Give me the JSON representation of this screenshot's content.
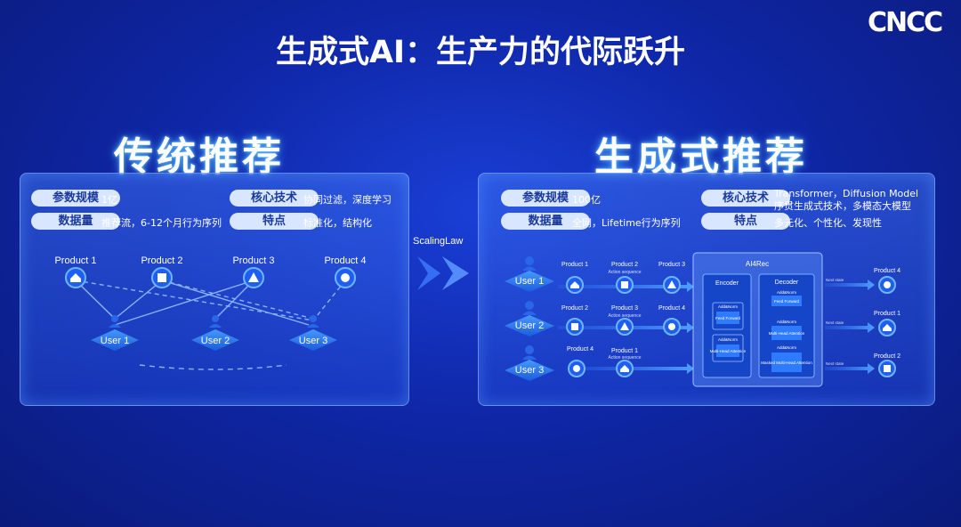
{
  "logo": "CNCC",
  "title": "生成式AI：生产力的代际跃升",
  "left": {
    "heading": "传统推荐",
    "params_label": "参数规模",
    "params_value": "1亿",
    "core_label": "核心技术",
    "core_value": "协同过滤，深度学习",
    "data_label": "数据量",
    "data_value": "推荐流，6-12个月行为序列",
    "feature_label": "特点",
    "feature_value": "标准化，结构化",
    "products": [
      "Product 1",
      "Product 2",
      "Product 3",
      "Product 4"
    ],
    "users": [
      "User 1",
      "User 2",
      "User 3"
    ]
  },
  "middle": {
    "arrow_label": "ScalingLaw"
  },
  "right": {
    "heading": "生成式推荐",
    "params_label": "参数规模",
    "params_value": "100亿",
    "core_label": "核心技术",
    "core_value_1": "Transformer，Diffusion Model",
    "core_value_2": "序贯生成式技术，多模态大模型",
    "data_label": "数据量",
    "data_value": "全网，Lifetime行为序列",
    "feature_label": "特点",
    "feature_value": "多元化、个性化、发现性",
    "users": [
      "User 1",
      "User 2",
      "User 3"
    ],
    "rows": [
      {
        "items": [
          "Product 1",
          "Product 2",
          "Product 3"
        ],
        "sub": "Action sequence",
        "out": "Product 4"
      },
      {
        "items": [
          "Product 2",
          "Product 3",
          "Product 4"
        ],
        "sub": "Action sequence",
        "out": "Product 1"
      },
      {
        "items": [
          "Product 4",
          "Product 1"
        ],
        "sub": "Action sequence",
        "out": "Product 2"
      }
    ],
    "model_title": "AI4Rec",
    "encoder_label": "Encoder",
    "decoder_label": "Decoder",
    "enc_blocks": [
      "Add&Norm",
      "Feed Forward",
      "Add&Norm",
      "Multi-Head Attention"
    ],
    "dec_blocks": [
      "Add&Norm",
      "Feed Forward",
      "Add&Norm",
      "Multi-Head Attention",
      "Add&Norm",
      "Masked Multi-Head Attention"
    ],
    "next_label": "Next state"
  },
  "colors": {
    "accent": "#2f7bff",
    "pill_bg": "#d9e6ff",
    "pill_text": "#1b3a9e"
  }
}
